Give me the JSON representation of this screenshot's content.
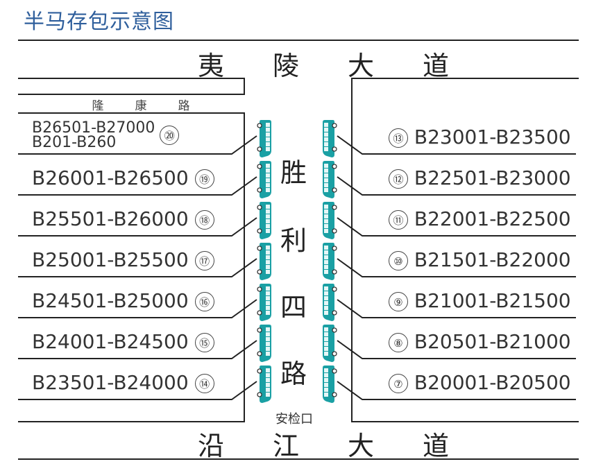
{
  "title": "半马存包示意图",
  "roads": {
    "top": [
      "夷",
      "陵",
      "大",
      "道"
    ],
    "bottom": [
      "沿",
      "江",
      "大",
      "道"
    ],
    "small": [
      "隆",
      "康",
      "路"
    ],
    "vertical": [
      "胜",
      "利",
      "四",
      "路"
    ],
    "checkpoint": "安检口"
  },
  "colors": {
    "title": "#2f5f9c",
    "bus": "#1aa0a4",
    "line": "#222222"
  },
  "left_zones": [
    {
      "num": "⑳",
      "range": "B26501-B27000",
      "range2": "B201-B260"
    },
    {
      "num": "⑲",
      "range": "B26001-B26500"
    },
    {
      "num": "⑱",
      "range": "B25501-B26000"
    },
    {
      "num": "⑰",
      "range": "B25001-B25500"
    },
    {
      "num": "⑯",
      "range": "B24501-B25000"
    },
    {
      "num": "⑮",
      "range": "B24001-B24500"
    },
    {
      "num": "⑭",
      "range": "B23501-B24000"
    }
  ],
  "right_zones": [
    {
      "num": "⑬",
      "range": "B23001-B23500"
    },
    {
      "num": "⑫",
      "range": "B22501-B23000"
    },
    {
      "num": "⑪",
      "range": "B22001-B22500"
    },
    {
      "num": "⑩",
      "range": "B21501-B22000"
    },
    {
      "num": "⑨",
      "range": "B21001-B21500"
    },
    {
      "num": "⑧",
      "range": "B20501-B21000"
    },
    {
      "num": "⑦",
      "range": "B20001-B20500"
    }
  ]
}
